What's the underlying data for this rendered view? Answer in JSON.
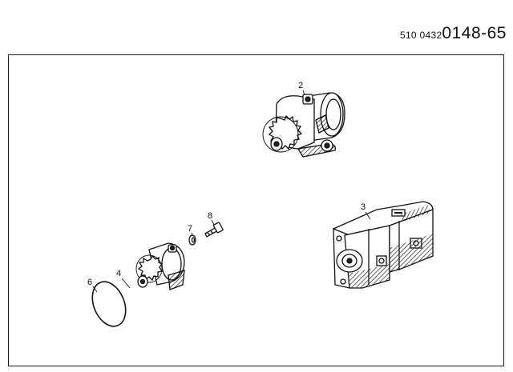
{
  "drawing_number": {
    "prefix": "510 0432",
    "main": "0148-65"
  },
  "callouts": [
    {
      "id": "2",
      "text": "2"
    },
    {
      "id": "3",
      "text": "3"
    },
    {
      "id": "4",
      "text": "4"
    },
    {
      "id": "6",
      "text": "6"
    },
    {
      "id": "7",
      "text": "7"
    },
    {
      "id": "8",
      "text": "8"
    }
  ]
}
